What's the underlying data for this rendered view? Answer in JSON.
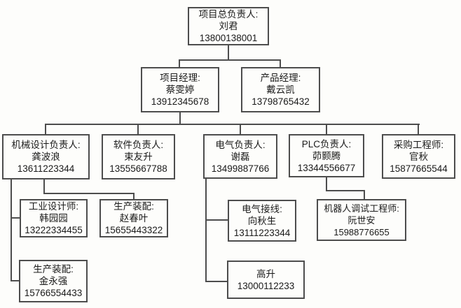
{
  "diagram_type": "org-chart",
  "colors": {
    "background": "#fdfdfb",
    "box_border": "#4d4d4d",
    "connector": "#4d4d4d",
    "text": "#1a1a1a"
  },
  "nodes": {
    "root": {
      "role": "项目总负责人:",
      "person": "刘君",
      "phone": "13800138001"
    },
    "project_manager": {
      "role": "项目经理:",
      "person": "蔡雯婷",
      "phone": "13912345678"
    },
    "product_manager": {
      "role": "产品经理:",
      "person": "戴云凯",
      "phone": "13798765432"
    },
    "mechanical_lead": {
      "role": "机械设计负责人:",
      "person": "龚波浪",
      "phone": "13611223344"
    },
    "software_lead": {
      "role": "软件负责人:",
      "person": "束友升",
      "phone": "13555667788"
    },
    "electrical_lead": {
      "role": "电气负责人:",
      "person": "谢磊",
      "phone": "13499887766"
    },
    "plc_lead": {
      "role": "PLC负责人:",
      "person": "茆颢腾",
      "phone": "13344556677"
    },
    "purchasing_engineer": {
      "role": "采购工程师:",
      "person": "官秋",
      "phone": "15877665544"
    },
    "industrial_designer": {
      "role": "工业设计师:",
      "person": "韩园园",
      "phone": "13222334455"
    },
    "assembly_zhao": {
      "role": "生产装配:",
      "person": "赵春叶",
      "phone": "15655443322"
    },
    "electrical_wiring": {
      "role": "电气接线:",
      "person": "向秋生",
      "phone": "13111223344"
    },
    "robot_debug_engineer": {
      "role": "机器人调试工程师:",
      "person": "阮世安",
      "phone": "15988776655"
    },
    "assembly_jin": {
      "role": "生产装配:",
      "person": "金永强",
      "phone": "15766554433"
    },
    "gao_sheng": {
      "person": "高升",
      "phone": "13000112233"
    }
  },
  "edges": [
    {
      "from": "root",
      "to": "project_manager"
    },
    {
      "from": "root",
      "to": "product_manager"
    },
    {
      "from": "project_manager",
      "to": "mechanical_lead"
    },
    {
      "from": "project_manager",
      "to": "software_lead"
    },
    {
      "from": "project_manager",
      "to": "electrical_lead"
    },
    {
      "from": "project_manager",
      "to": "plc_lead"
    },
    {
      "from": "project_manager",
      "to": "purchasing_engineer"
    },
    {
      "from": "mechanical_lead",
      "to": "industrial_designer"
    },
    {
      "from": "mechanical_lead",
      "to": "assembly_zhao"
    },
    {
      "from": "mechanical_lead",
      "to": "assembly_jin"
    },
    {
      "from": "electrical_lead",
      "to": "electrical_wiring"
    },
    {
      "from": "electrical_lead",
      "to": "gao_sheng"
    },
    {
      "from": "plc_lead",
      "to": "robot_debug_engineer"
    }
  ]
}
